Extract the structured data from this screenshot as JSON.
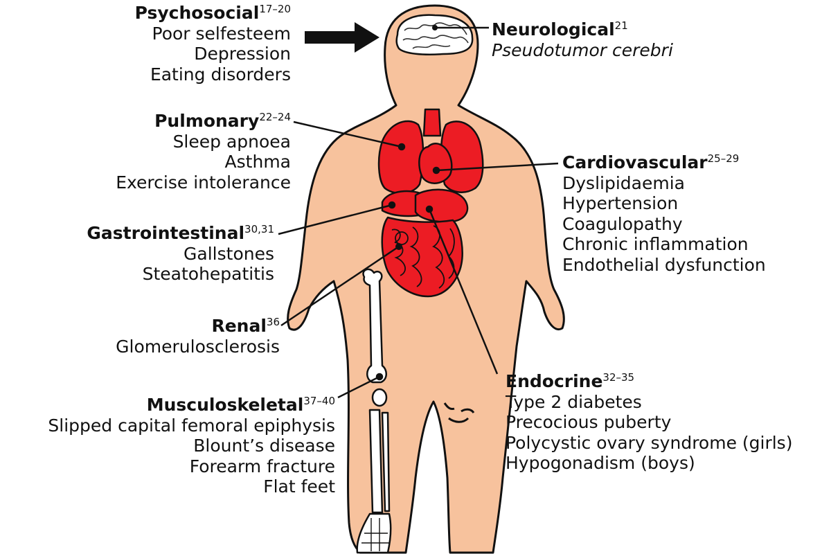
{
  "colors": {
    "skin": "#f7c29d",
    "organ": "#ec1c24",
    "outline": "#111111",
    "bone": "#ffffff",
    "brain": "#ffffff"
  },
  "groups": {
    "psychosocial": {
      "title": "Psychosocial",
      "ref": "17–20",
      "items": [
        "Poor selfesteem",
        "Depression",
        "Eating disorders"
      ]
    },
    "neurological": {
      "title": "Neurological",
      "ref": "21",
      "items": [
        "Pseudotumor cerebri"
      ]
    },
    "pulmonary": {
      "title": "Pulmonary",
      "ref": "22–24",
      "items": [
        "Sleep apnoea",
        "Asthma",
        "Exercise intolerance"
      ]
    },
    "cardiovascular": {
      "title": "Cardiovascular",
      "ref": "25–29",
      "items": [
        "Dyslipidaemia",
        "Hypertension",
        "Coagulopathy",
        "Chronic inflammation",
        "Endothelial dysfunction"
      ]
    },
    "gastrointestinal": {
      "title": "Gastrointestinal",
      "ref": "30,31",
      "items": [
        "Gallstones",
        "Steatohepatitis"
      ]
    },
    "renal": {
      "title": "Renal",
      "ref": "36",
      "items": [
        "Glomerulosclerosis"
      ]
    },
    "endocrine": {
      "title": "Endocrine",
      "ref": "32–35",
      "items": [
        "Type 2 diabetes",
        "Precocious puberty",
        "Polycystic ovary syndrome (girls)",
        "Hypogonadism (boys)"
      ]
    },
    "musculoskeletal": {
      "title": "Musculoskeletal",
      "ref": "37–40",
      "items": [
        "Slipped capital femoral epiphysis",
        "Blount’s disease",
        "Forearm fracture",
        "Flat feet"
      ]
    }
  }
}
